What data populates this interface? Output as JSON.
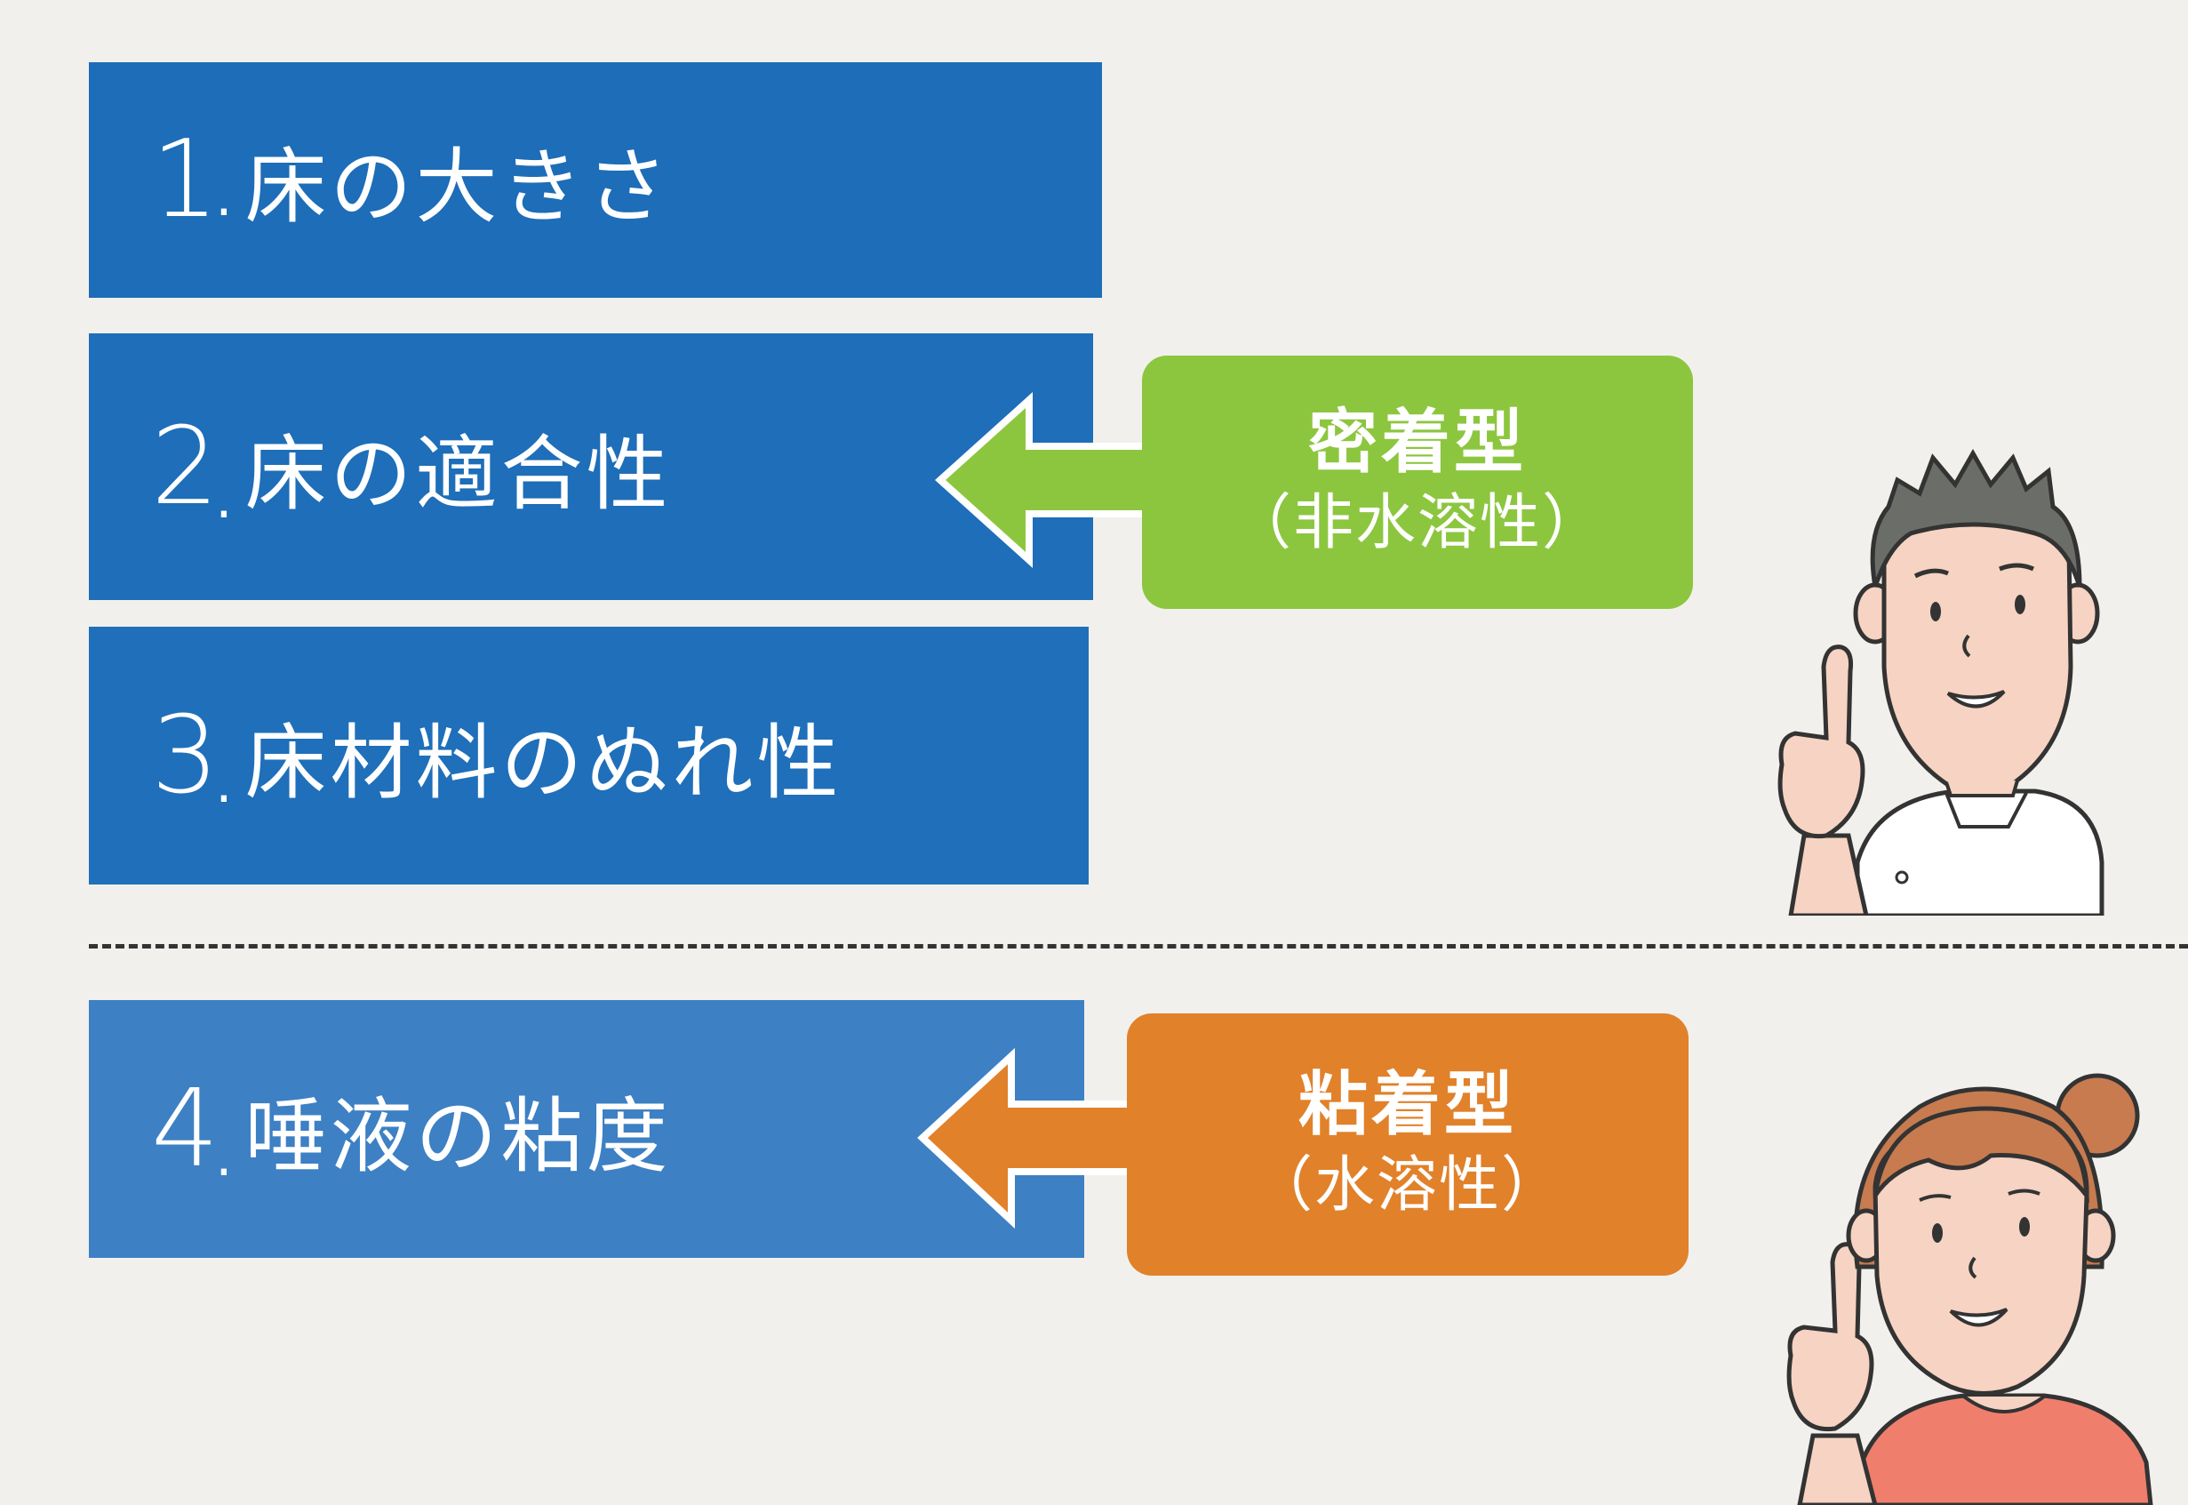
{
  "factors": [
    {
      "num": "1",
      "text": "床の大きさ"
    },
    {
      "num": "2",
      "text": "床の適合性"
    },
    {
      "num": "3",
      "text": "床材料のぬれ性"
    },
    {
      "num": "4",
      "text": "唾液の粘度"
    }
  ],
  "callouts": [
    {
      "title": "密着型",
      "subtitle": "（非水溶性）",
      "color": "#8cc63f"
    },
    {
      "title": "粘着型",
      "subtitle": "（水溶性）",
      "color": "#e1812a"
    }
  ],
  "colors": {
    "bar_blue": "#1d6db8",
    "bar_light_blue": "#3d80c4",
    "background": "#f2f0ec"
  }
}
